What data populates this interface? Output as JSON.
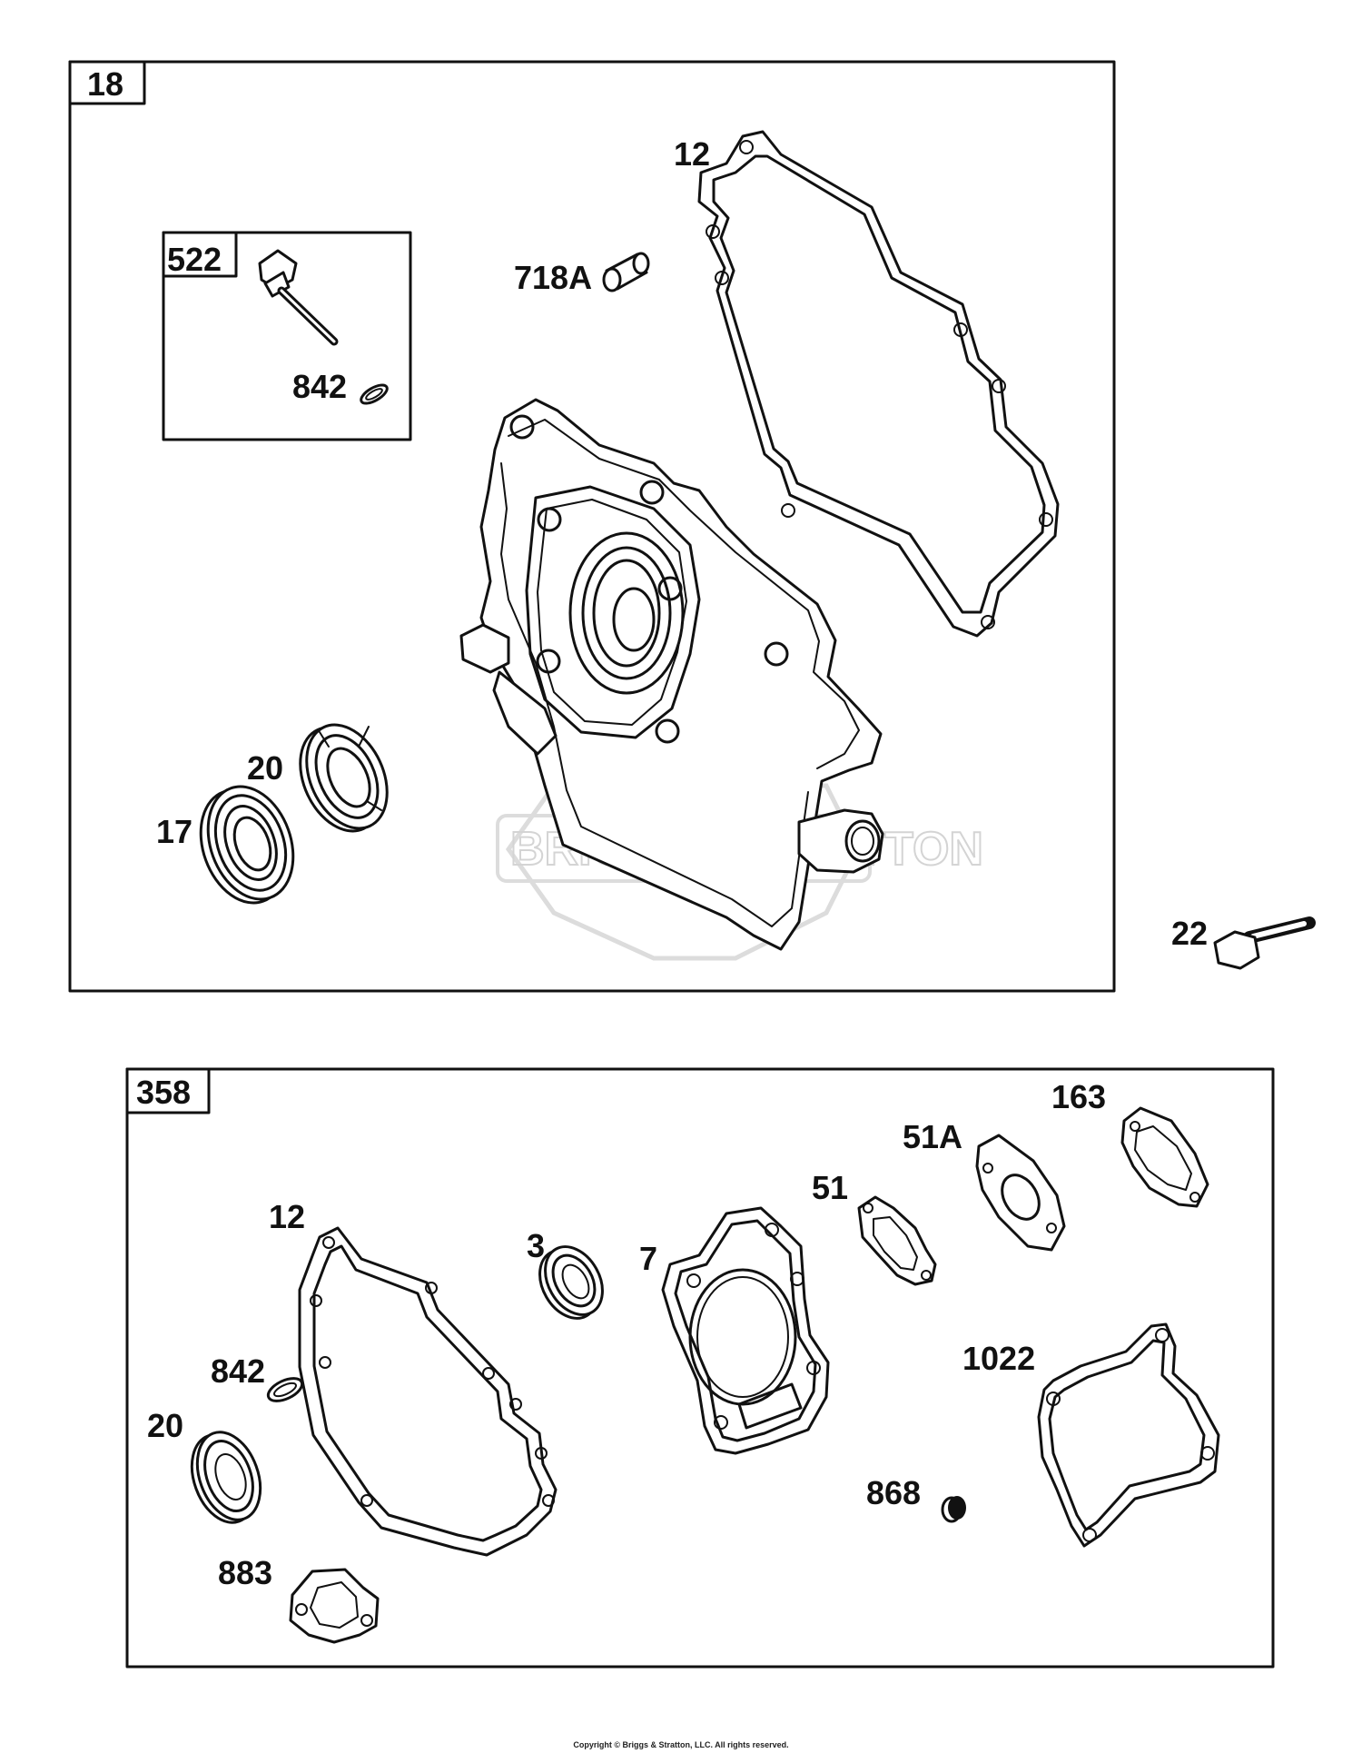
{
  "diagram": {
    "panels": [
      {
        "id": "panel-18",
        "tag": "18"
      },
      {
        "id": "panel-522",
        "tag": "522"
      },
      {
        "id": "panel-358",
        "tag": "358"
      }
    ],
    "callouts": {
      "top_12": "12",
      "top_718A": "718A",
      "top_842": "842",
      "top_20": "20",
      "top_17": "17",
      "out_22": "22",
      "bot_12": "12",
      "bot_3": "3",
      "bot_7": "7",
      "bot_51": "51",
      "bot_51A": "51A",
      "bot_163": "163",
      "bot_842": "842",
      "bot_20": "20",
      "bot_1022": "1022",
      "bot_868": "868",
      "bot_883": "883"
    },
    "watermark": "BRIGGS&STRATTON",
    "copyright": "Copyright © Briggs & Stratton, LLC. All rights reserved."
  }
}
